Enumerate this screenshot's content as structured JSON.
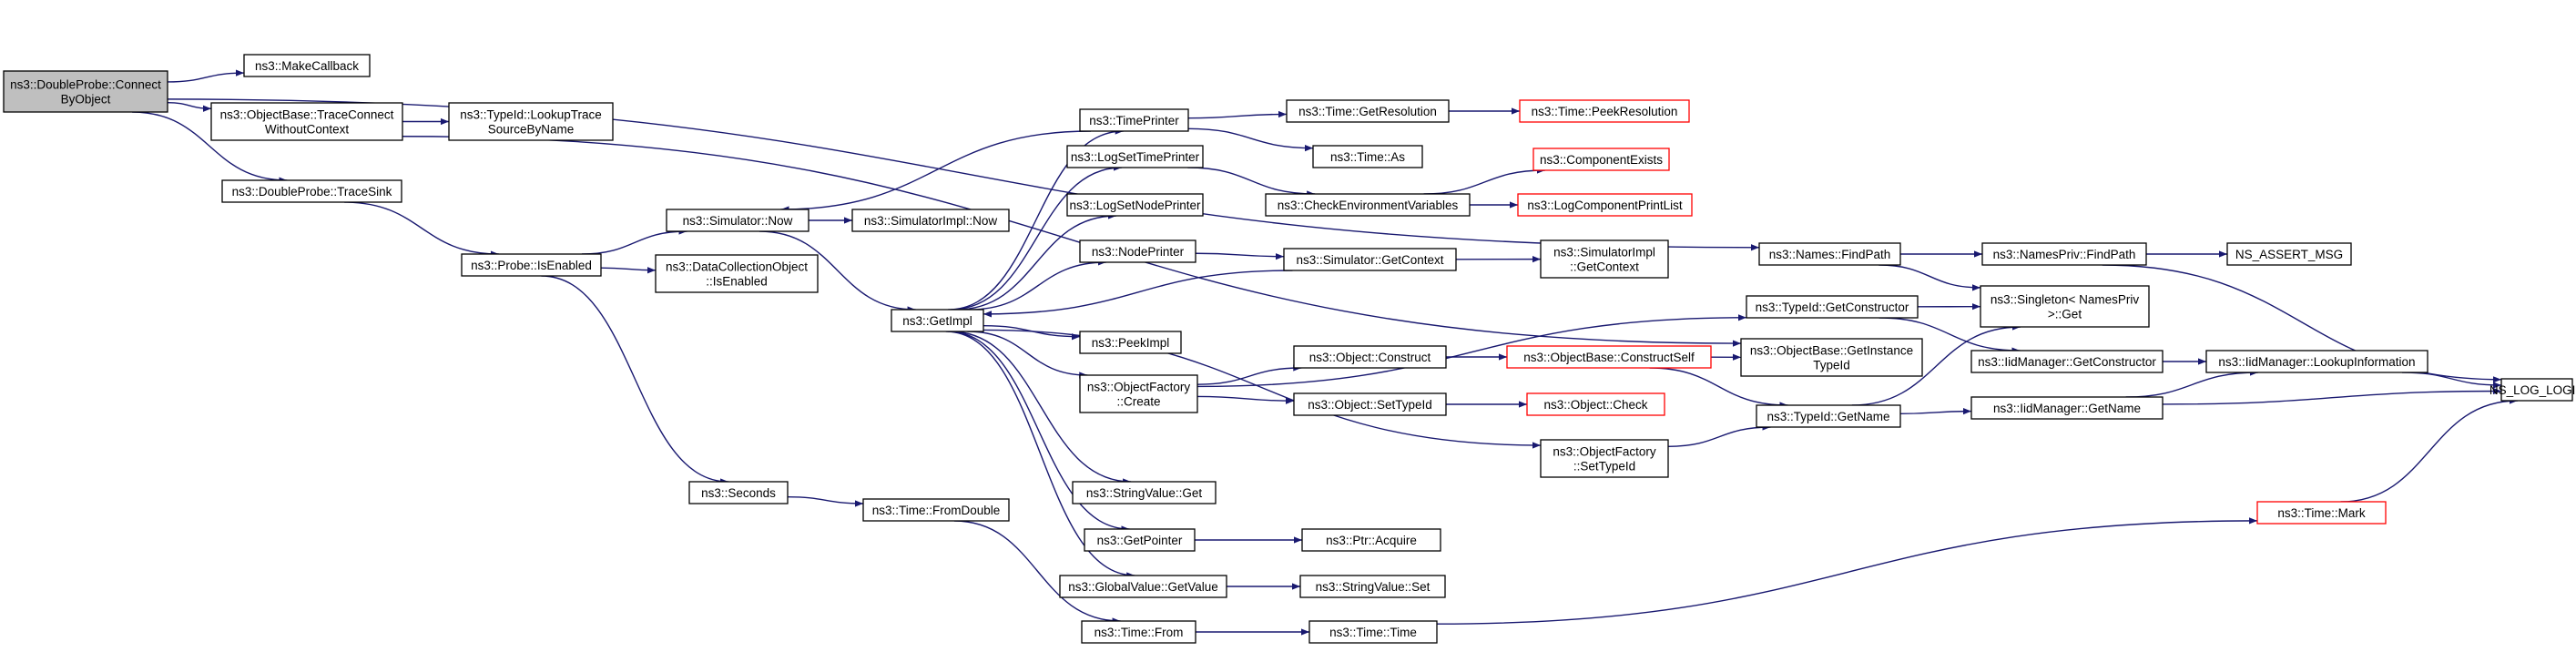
{
  "nodes": [
    {
      "id": "connect",
      "lines": [
        "ns3::DoubleProbe::Connect",
        "ByObject"
      ],
      "style": "root"
    },
    {
      "id": "makecb",
      "lines": [
        "ns3::MakeCallback"
      ]
    },
    {
      "id": "tracecon",
      "lines": [
        "ns3::ObjectBase::TraceConnect",
        "WithoutContext"
      ]
    },
    {
      "id": "lookuptrace",
      "lines": [
        "ns3::TypeId::LookupTrace",
        "SourceByName"
      ]
    },
    {
      "id": "tracesink",
      "lines": [
        "ns3::DoubleProbe::TraceSink"
      ]
    },
    {
      "id": "isenabled",
      "lines": [
        "ns3::Probe::IsEnabled"
      ]
    },
    {
      "id": "simnow",
      "lines": [
        "ns3::Simulator::Now"
      ]
    },
    {
      "id": "simimplnow",
      "lines": [
        "ns3::SimulatorImpl::Now"
      ]
    },
    {
      "id": "dcoenabled",
      "lines": [
        "ns3::DataCollectionObject",
        "::IsEnabled"
      ]
    },
    {
      "id": "seconds",
      "lines": [
        "ns3::Seconds"
      ]
    },
    {
      "id": "fromdouble",
      "lines": [
        "ns3::Time::FromDouble"
      ]
    },
    {
      "id": "getimpl",
      "lines": [
        "ns3::GetImpl"
      ]
    },
    {
      "id": "timeprinter",
      "lines": [
        "ns3::TimePrinter"
      ]
    },
    {
      "id": "logsettp",
      "lines": [
        "ns3::LogSetTimePrinter"
      ]
    },
    {
      "id": "logsetnp",
      "lines": [
        "ns3::LogSetNodePrinter"
      ]
    },
    {
      "id": "nodeprinter",
      "lines": [
        "ns3::NodePrinter"
      ]
    },
    {
      "id": "peekimpl",
      "lines": [
        "ns3::PeekImpl"
      ]
    },
    {
      "id": "ofcreate",
      "lines": [
        "ns3::ObjectFactory",
        "::Create"
      ]
    },
    {
      "id": "strget",
      "lines": [
        "ns3::StringValue::Get"
      ]
    },
    {
      "id": "getpointer",
      "lines": [
        "ns3::GetPointer"
      ]
    },
    {
      "id": "gvgetvalue",
      "lines": [
        "ns3::GlobalValue::GetValue"
      ]
    },
    {
      "id": "timefrom",
      "lines": [
        "ns3::Time::From"
      ]
    },
    {
      "id": "getres",
      "lines": [
        "ns3::Time::GetResolution"
      ]
    },
    {
      "id": "peekres",
      "lines": [
        "ns3::Time::PeekResolution"
      ],
      "style": "red"
    },
    {
      "id": "timeas",
      "lines": [
        "ns3::Time::As"
      ]
    },
    {
      "id": "checkenv",
      "lines": [
        "ns3::CheckEnvironmentVariables"
      ]
    },
    {
      "id": "compexists",
      "lines": [
        "ns3::ComponentExists"
      ],
      "style": "red"
    },
    {
      "id": "logcpl",
      "lines": [
        "ns3::LogComponentPrintList"
      ],
      "style": "red"
    },
    {
      "id": "simgetctx",
      "lines": [
        "ns3::Simulator::GetContext"
      ]
    },
    {
      "id": "simimplctx",
      "lines": [
        "ns3::SimulatorImpl",
        "::GetContext"
      ]
    },
    {
      "id": "objconstruct",
      "lines": [
        "ns3::Object::Construct"
      ]
    },
    {
      "id": "obconstructself",
      "lines": [
        "ns3::ObjectBase::ConstructSelf"
      ],
      "style": "red"
    },
    {
      "id": "objsettypeid",
      "lines": [
        "ns3::Object::SetTypeId"
      ]
    },
    {
      "id": "objcheck",
      "lines": [
        "ns3::Object::Check"
      ],
      "style": "red"
    },
    {
      "id": "ofsettypeid",
      "lines": [
        "ns3::ObjectFactory",
        "::SetTypeId"
      ]
    },
    {
      "id": "ptracquire",
      "lines": [
        "ns3::Ptr::Acquire"
      ]
    },
    {
      "id": "strset",
      "lines": [
        "ns3::StringValue::Set"
      ]
    },
    {
      "id": "timetime",
      "lines": [
        "ns3::Time::Time"
      ]
    },
    {
      "id": "namesfind",
      "lines": [
        "ns3::Names::FindPath"
      ]
    },
    {
      "id": "tidgetctor",
      "lines": [
        "ns3::TypeId::GetConstructor"
      ]
    },
    {
      "id": "obgetinst",
      "lines": [
        "ns3::ObjectBase::GetInstance",
        "TypeId"
      ]
    },
    {
      "id": "tidgetname",
      "lines": [
        "ns3::TypeId::GetName"
      ]
    },
    {
      "id": "npfind",
      "lines": [
        "ns3::NamesPriv::FindPath"
      ]
    },
    {
      "id": "singleton",
      "lines": [
        "ns3::Singleton< NamesPriv",
        ">::Get"
      ]
    },
    {
      "id": "iidgetctor",
      "lines": [
        "ns3::IidManager::GetConstructor"
      ]
    },
    {
      "id": "iidgetname",
      "lines": [
        "ns3::IidManager::GetName"
      ]
    },
    {
      "id": "iidlookup",
      "lines": [
        "ns3::IidManager::LookupInformation"
      ]
    },
    {
      "id": "nsassert",
      "lines": [
        "NS_ASSERT_MSG"
      ]
    },
    {
      "id": "nslog",
      "lines": [
        "NS_LOG_LOGIC"
      ]
    },
    {
      "id": "timemark",
      "lines": [
        "ns3::Time::Mark"
      ],
      "style": "red"
    }
  ],
  "edges": [
    [
      "connect",
      "makecb"
    ],
    [
      "connect",
      "tracecon"
    ],
    [
      "connect",
      "tracesink"
    ],
    [
      "connect",
      "namesfind"
    ],
    [
      "tracecon",
      "lookuptrace"
    ],
    [
      "tracecon",
      "obgetinst"
    ],
    [
      "tracesink",
      "isenabled"
    ],
    [
      "isenabled",
      "simnow"
    ],
    [
      "isenabled",
      "dcoenabled"
    ],
    [
      "isenabled",
      "seconds"
    ],
    [
      "simnow",
      "simimplnow"
    ],
    [
      "simnow",
      "getimpl"
    ],
    [
      "seconds",
      "fromdouble"
    ],
    [
      "fromdouble",
      "timefrom"
    ],
    [
      "getimpl",
      "timeprinter"
    ],
    [
      "getimpl",
      "logsettp"
    ],
    [
      "getimpl",
      "logsetnp"
    ],
    [
      "getimpl",
      "nodeprinter"
    ],
    [
      "getimpl",
      "peekimpl"
    ],
    [
      "getimpl",
      "ofcreate"
    ],
    [
      "getimpl",
      "ofsettypeid"
    ],
    [
      "getimpl",
      "strget"
    ],
    [
      "getimpl",
      "getpointer"
    ],
    [
      "getimpl",
      "gvgetvalue"
    ],
    [
      "timeprinter",
      "simnow"
    ],
    [
      "timeprinter",
      "getres"
    ],
    [
      "timeprinter",
      "timeas"
    ],
    [
      "getres",
      "peekres"
    ],
    [
      "logsettp",
      "checkenv"
    ],
    [
      "checkenv",
      "compexists"
    ],
    [
      "checkenv",
      "logcpl"
    ],
    [
      "nodeprinter",
      "simgetctx"
    ],
    [
      "simgetctx",
      "getimpl"
    ],
    [
      "simgetctx",
      "simimplctx"
    ],
    [
      "ofcreate",
      "tidgetctor"
    ],
    [
      "ofcreate",
      "objconstruct"
    ],
    [
      "ofcreate",
      "objsettypeid"
    ],
    [
      "objconstruct",
      "obconstructself"
    ],
    [
      "obconstructself",
      "obgetinst"
    ],
    [
      "obconstructself",
      "tidgetname"
    ],
    [
      "objsettypeid",
      "objcheck"
    ],
    [
      "ofsettypeid",
      "tidgetname"
    ],
    [
      "getpointer",
      "ptracquire"
    ],
    [
      "gvgetvalue",
      "strset"
    ],
    [
      "timefrom",
      "timetime"
    ],
    [
      "timetime",
      "timemark"
    ],
    [
      "namesfind",
      "npfind"
    ],
    [
      "namesfind",
      "singleton"
    ],
    [
      "npfind",
      "nsassert"
    ],
    [
      "npfind",
      "nslog"
    ],
    [
      "tidgetctor",
      "singleton"
    ],
    [
      "tidgetctor",
      "iidgetctor"
    ],
    [
      "tidgetname",
      "singleton"
    ],
    [
      "tidgetname",
      "iidgetname"
    ],
    [
      "iidgetctor",
      "iidlookup"
    ],
    [
      "iidgetname",
      "iidlookup"
    ],
    [
      "iidgetname",
      "nslog"
    ],
    [
      "iidlookup",
      "nslog"
    ],
    [
      "timemark",
      "nslog"
    ]
  ]
}
